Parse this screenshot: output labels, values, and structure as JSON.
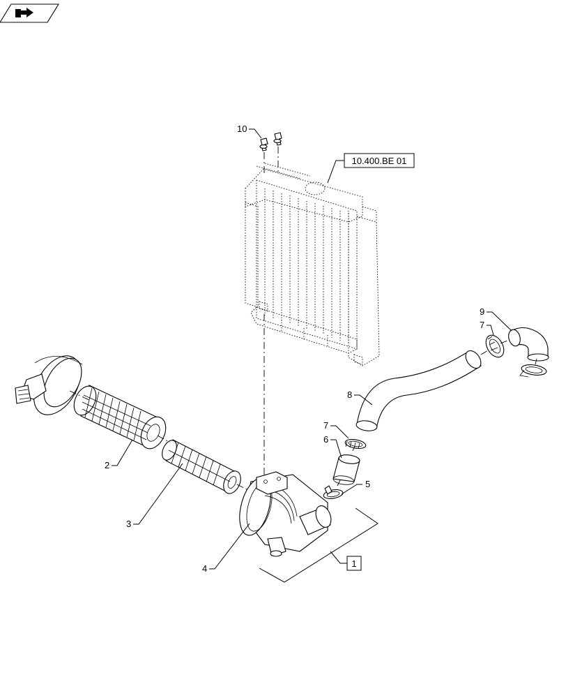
{
  "reference_box": {
    "text": "10.400.BE 01"
  },
  "group_box": {
    "text": "1"
  },
  "callouts": [
    {
      "id": "c10",
      "text": "10"
    },
    {
      "id": "c9",
      "text": "9"
    },
    {
      "id": "c7a",
      "text": "7"
    },
    {
      "id": "c8",
      "text": "8"
    },
    {
      "id": "c7b",
      "text": "7"
    },
    {
      "id": "c6",
      "text": "6"
    },
    {
      "id": "c5",
      "text": "5"
    },
    {
      "id": "c2",
      "text": "2"
    },
    {
      "id": "c3",
      "text": "3"
    },
    {
      "id": "c4",
      "text": "4"
    }
  ],
  "icons": {
    "corner_icon": "navigation-arrow-icon"
  }
}
